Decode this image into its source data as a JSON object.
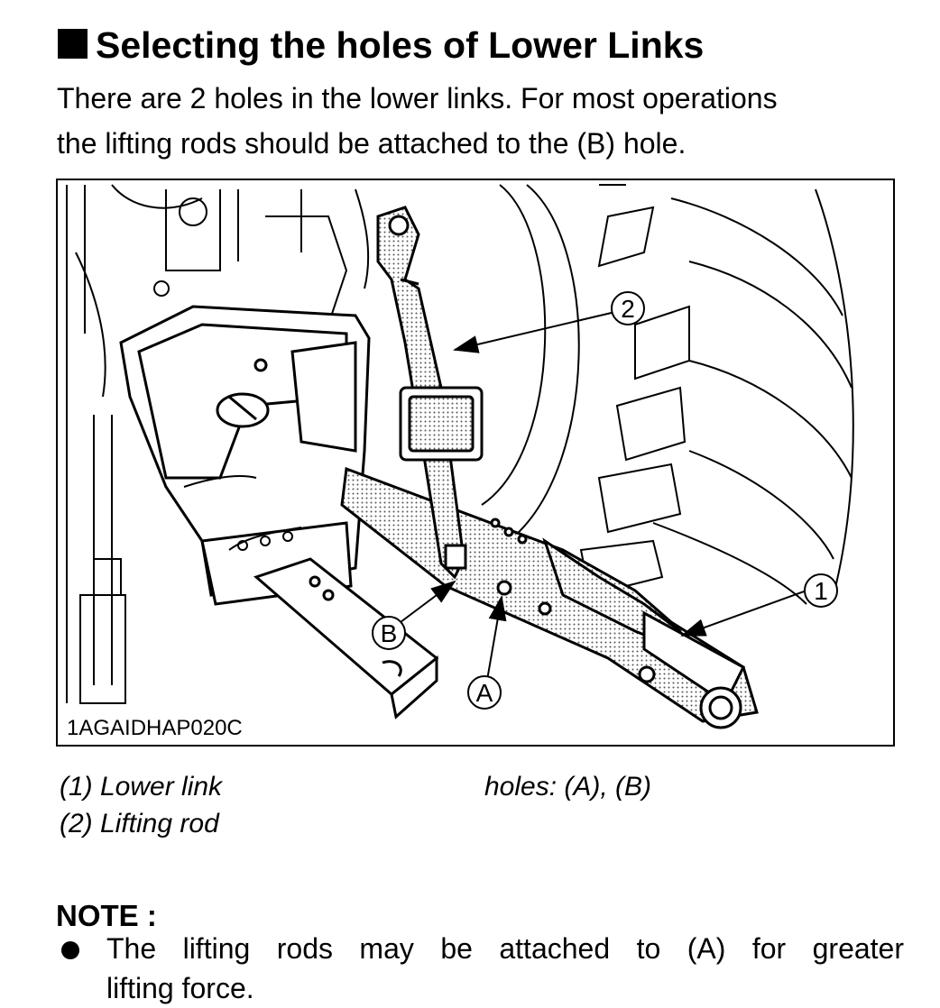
{
  "heading": {
    "title": "Selecting the holes of Lower Links"
  },
  "intro": {
    "line1": "There are 2 holes in the lower links. For most operations",
    "line2": "the lifting rods should be attached to the (B) hole."
  },
  "figure": {
    "code": "1AGAIDHAP020C",
    "callout_1": "1",
    "callout_2": "2",
    "callout_a": "A",
    "callout_b": "B"
  },
  "captions": {
    "item1": "(1) Lower link",
    "item2": "(2) Lifting rod",
    "holes": "holes: (A), (B)"
  },
  "note": {
    "title": "NOTE :",
    "bullet_line1": "The lifting rods may be attached to (A) for greater",
    "bullet_line2": "lifting force."
  }
}
